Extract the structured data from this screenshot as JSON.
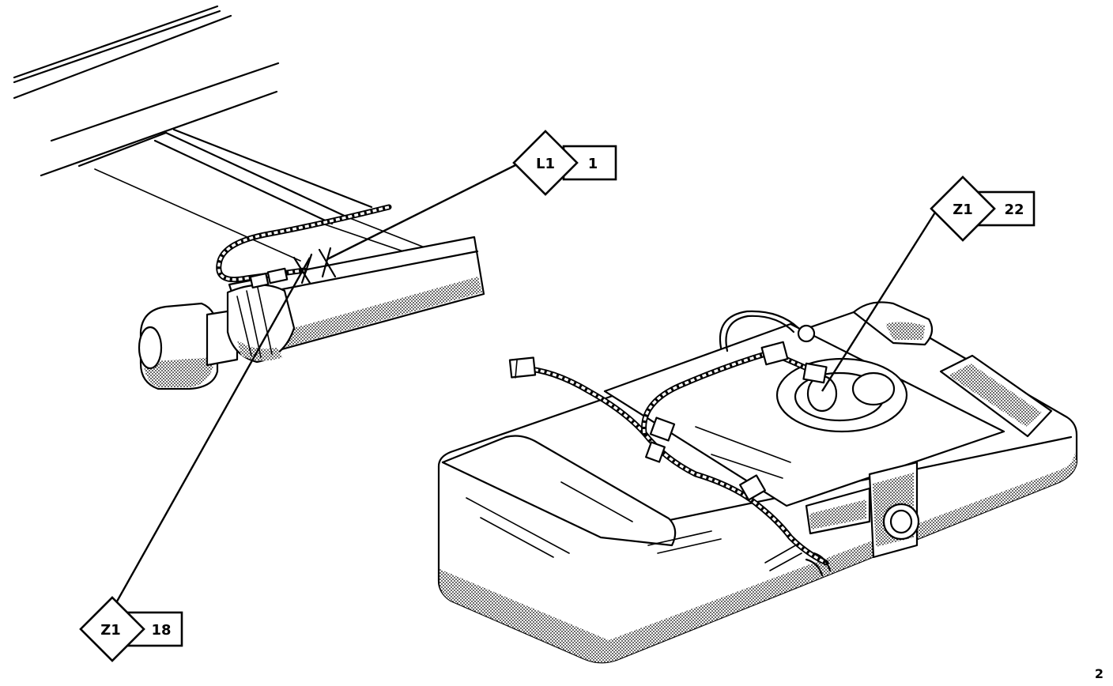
{
  "callouts": [
    {
      "id": "callout-l1-1",
      "code": "L1",
      "number": "1"
    },
    {
      "id": "callout-z1-22",
      "code": "Z1",
      "number": "22"
    },
    {
      "id": "callout-z1-18",
      "code": "Z1",
      "number": "18"
    }
  ],
  "page_number": "2"
}
